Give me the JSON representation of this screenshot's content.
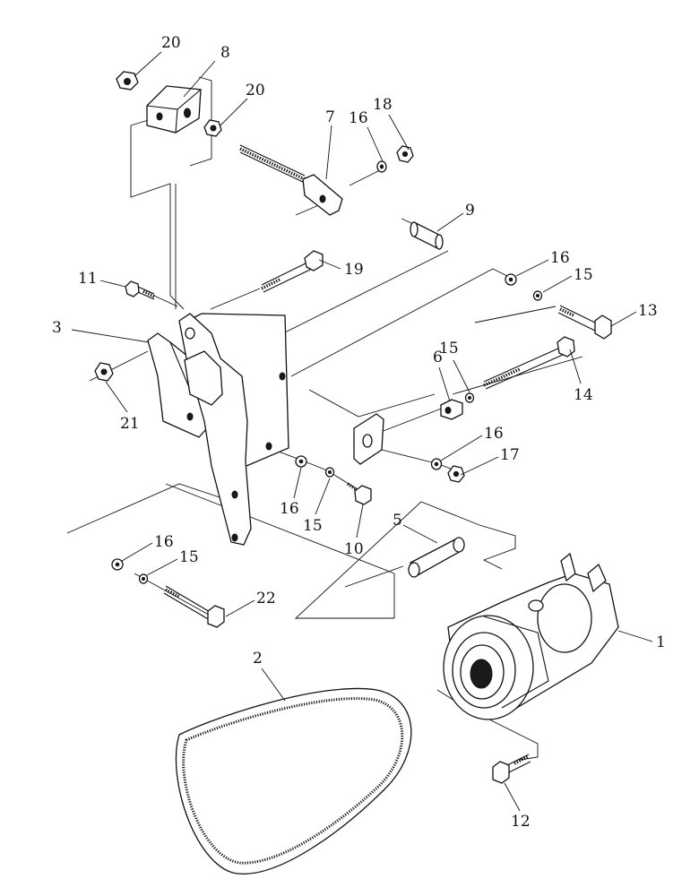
{
  "diagram": {
    "callouts": [
      {
        "id": "c20a",
        "text": "20"
      },
      {
        "id": "c8",
        "text": "8"
      },
      {
        "id": "c20b",
        "text": "20"
      },
      {
        "id": "c18",
        "text": "18"
      },
      {
        "id": "c16a",
        "text": "16"
      },
      {
        "id": "c7",
        "text": "7"
      },
      {
        "id": "c9",
        "text": "9"
      },
      {
        "id": "c19",
        "text": "19"
      },
      {
        "id": "c11",
        "text": "11"
      },
      {
        "id": "c16b",
        "text": "16"
      },
      {
        "id": "c15a",
        "text": "15"
      },
      {
        "id": "c13",
        "text": "13"
      },
      {
        "id": "c3",
        "text": "3"
      },
      {
        "id": "c6",
        "text": "6"
      },
      {
        "id": "c15b",
        "text": "15"
      },
      {
        "id": "c14",
        "text": "14"
      },
      {
        "id": "c21",
        "text": "21"
      },
      {
        "id": "c16c",
        "text": "16"
      },
      {
        "id": "c17",
        "text": "17"
      },
      {
        "id": "c16d",
        "text": "16"
      },
      {
        "id": "c15c",
        "text": "15"
      },
      {
        "id": "c10",
        "text": "10"
      },
      {
        "id": "c5",
        "text": "5"
      },
      {
        "id": "c16e",
        "text": "16"
      },
      {
        "id": "c15d",
        "text": "15"
      },
      {
        "id": "c22",
        "text": "22"
      },
      {
        "id": "c1",
        "text": "1"
      },
      {
        "id": "c2",
        "text": "2"
      },
      {
        "id": "c12",
        "text": "12"
      }
    ]
  }
}
